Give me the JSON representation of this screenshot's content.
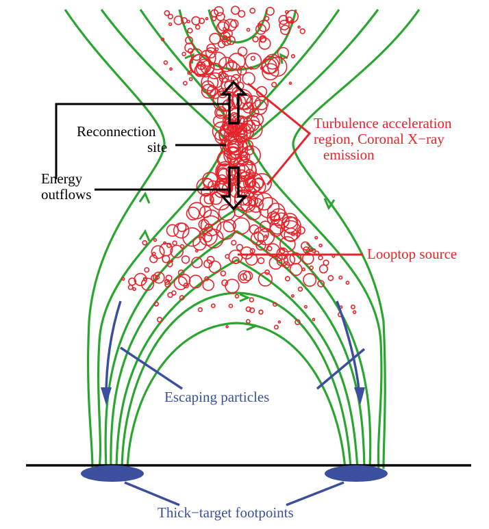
{
  "labels": {
    "turbulence": [
      "Turbulence acceleration",
      "region, Coronal X−ray",
      "emission"
    ],
    "reconnection": [
      "Reconnection",
      "site"
    ],
    "energy": [
      "Energy",
      "outflows"
    ],
    "looptop": "Looptop source",
    "escaping": "Escaping particles",
    "footpoints": "Thick−target footpoints"
  },
  "colors": {
    "field_lines": "#2aa52f",
    "sources": "#e8232a",
    "particles": "#3b4f9e",
    "text_black": "#000000"
  }
}
